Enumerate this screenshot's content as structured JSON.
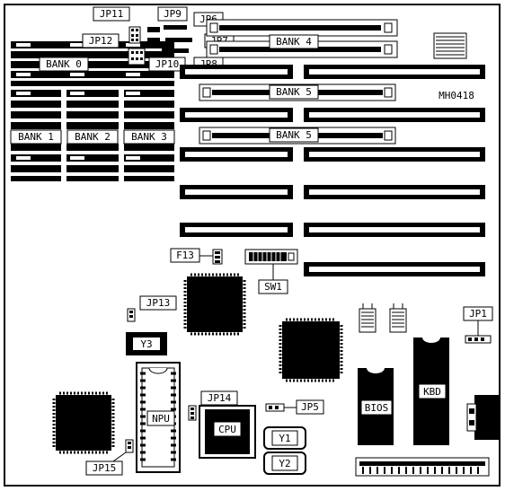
{
  "labels": {
    "jp11": "JP11",
    "jp9": "JP9",
    "jp6": "JP6",
    "jp7": "JP7",
    "jp12": "JP12",
    "jp10": "JP10",
    "jp8": "JP8",
    "bank0": "BANK 0",
    "bank1": "BANK 1",
    "bank2": "BANK 2",
    "bank3": "BANK 3",
    "bank4": "BANK 4",
    "bank5a": "BANK 5",
    "bank5b": "BANK 5",
    "model": "MH0418",
    "f13": "F13",
    "sw1": "SW1",
    "jp13": "JP13",
    "y3": "Y3",
    "jp1": "JP1",
    "npu": "NPU",
    "jp14": "JP14",
    "cpu": "CPU",
    "jp5": "JP5",
    "bios": "BIOS",
    "kbd": "KBD",
    "y1": "Y1",
    "y2": "Y2",
    "jp15": "JP15"
  }
}
